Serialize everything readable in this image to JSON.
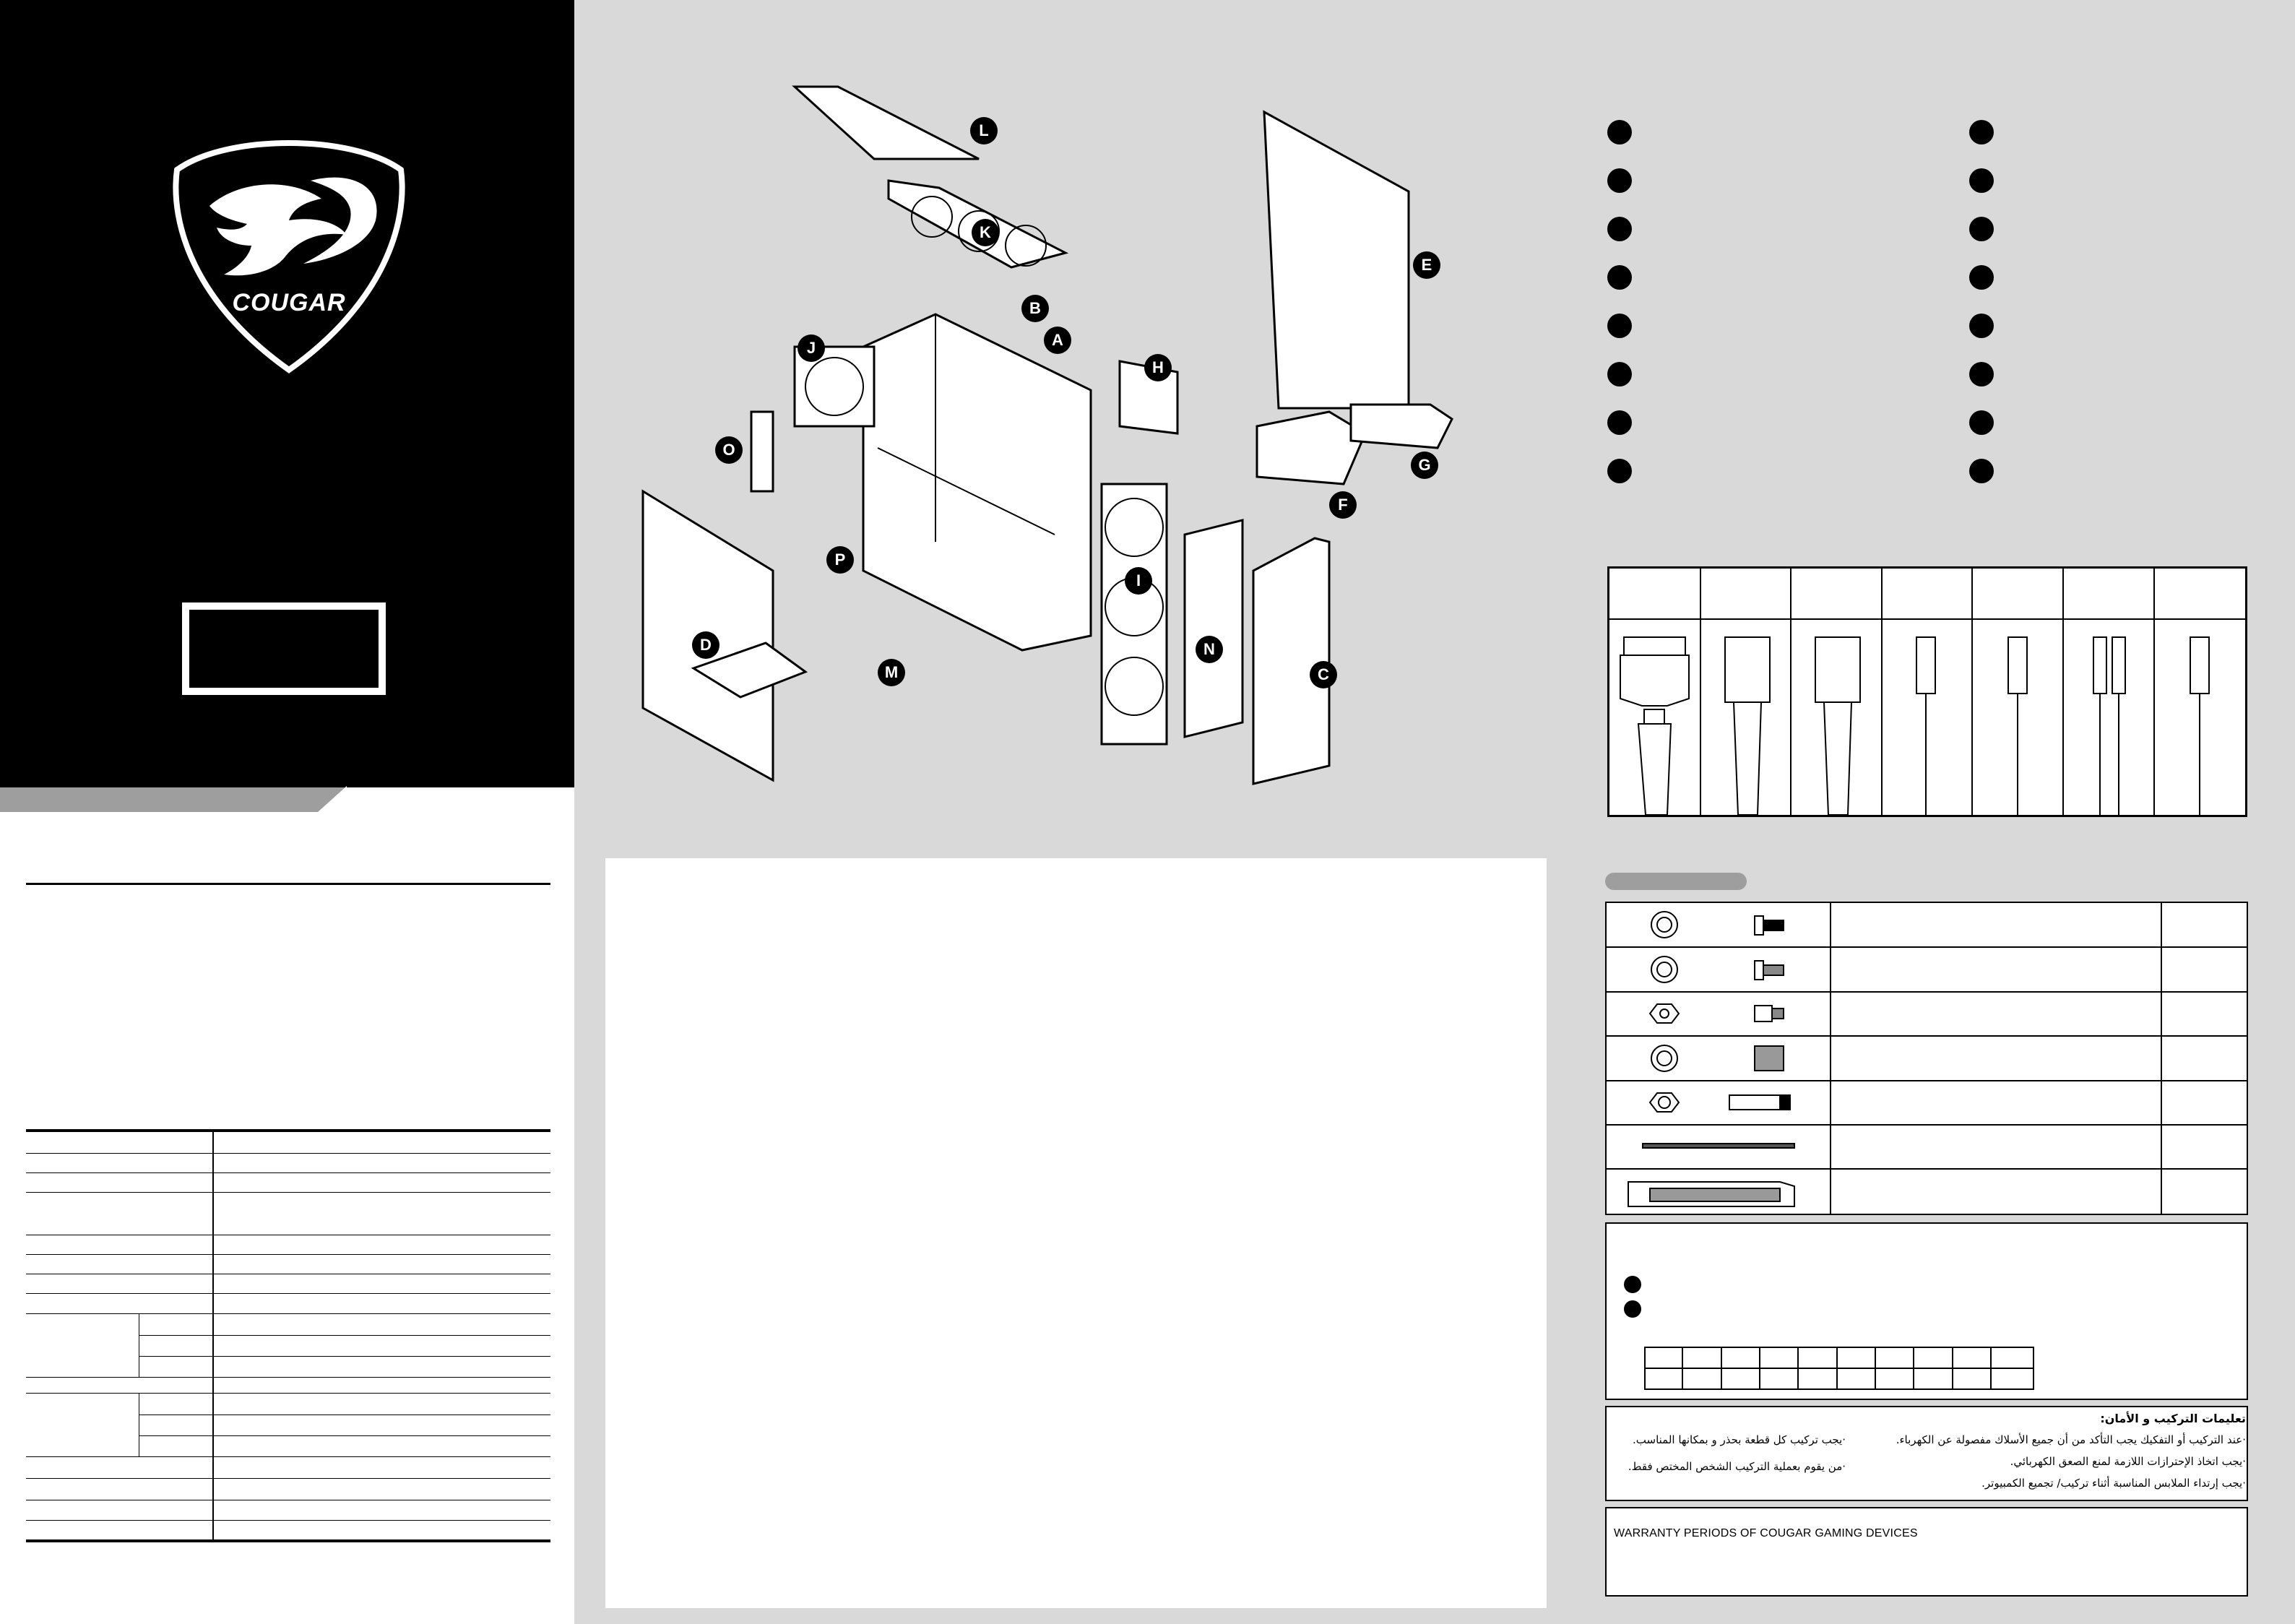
{
  "brand": {
    "logo_text": "COUGAR"
  },
  "exploded_view": {
    "part_labels": [
      "A",
      "B",
      "C",
      "D",
      "E",
      "F",
      "G",
      "H",
      "I",
      "J",
      "K",
      "L",
      "M",
      "N",
      "O",
      "P"
    ]
  },
  "part_list": {
    "left_column_count": 8,
    "right_column_count": 8
  },
  "connectors": {
    "column_count": 7
  },
  "accessories": {
    "row_count": 7
  },
  "safety_ar": {
    "title": "تعليمات التركيب و الأمان:",
    "lines_right": [
      "·عند التركيب أو التفكيك يجب التأكد من أن جميع الأسلاك مفصولة عن الكهرباء.",
      "·يجب اتخاذ الإحترازات اللازمة لمنع الصعق الكهربائي.",
      "·يجب إرتداء الملابس المناسبة أثناء تركيب/ تجميع الكمبيوتر."
    ],
    "lines_left": [
      "·يجب تركيب كل قطعة بحذر و بمكانها المناسب.",
      "·من يقوم بعملية التركيب الشخص المختص فقط."
    ]
  },
  "warranty": {
    "title": "WARRANTY PERIODS OF COUGAR GAMING DEVICES"
  }
}
